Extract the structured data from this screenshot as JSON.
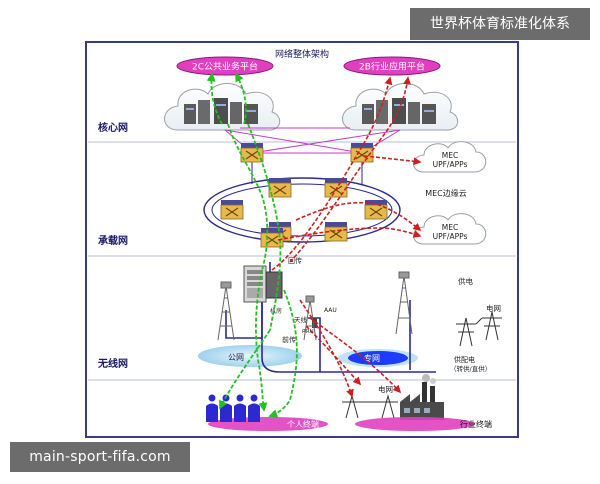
{
  "diagram": {
    "title": "网络整体架构",
    "layers": {
      "core": "核心网",
      "bearer": "承载网",
      "wireless": "无线网"
    },
    "platforms": {
      "to_c": "2C公共业务平台",
      "to_b": "2B行业应用平台"
    },
    "mec_edge_cloud": "MEC边缘云",
    "mec_nodes": [
      {
        "line1": "MEC",
        "line2": "UPF/APPs"
      },
      {
        "line1": "MEC",
        "line2": "UPF/APPs"
      }
    ],
    "labels": {
      "backhaul": "回传",
      "fronthaul": "前传",
      "antenna": "天线",
      "aau": "AAU",
      "rru": "RRU",
      "equipment_room": "机房",
      "power_supply": "供电",
      "power_grid": "电网",
      "power_distribution_line1": "供配电",
      "power_distribution_line2": "（转供/直供）",
      "public_network": "公网",
      "private_network": "专网",
      "power_grid_bottom": "电网",
      "personal_terminal": "个人终端",
      "industry_terminal": "行业终端"
    }
  },
  "watermarks": {
    "top": "世界杯体育标准化体系",
    "bottom": "main-sport-fifa.com"
  },
  "colors": {
    "frame": "#3a3a8c",
    "platform_pill": "#e040c0",
    "router_fill": "#e8b84a",
    "router_top": "#4a4a9a",
    "core_link": "#c040c0",
    "ring": "#2a2a8a",
    "green_flow": "#22c022",
    "red_flow": "#cc2020",
    "public_ellipse": "#bfe3f5",
    "private_ellipse": "#1e3cff"
  }
}
